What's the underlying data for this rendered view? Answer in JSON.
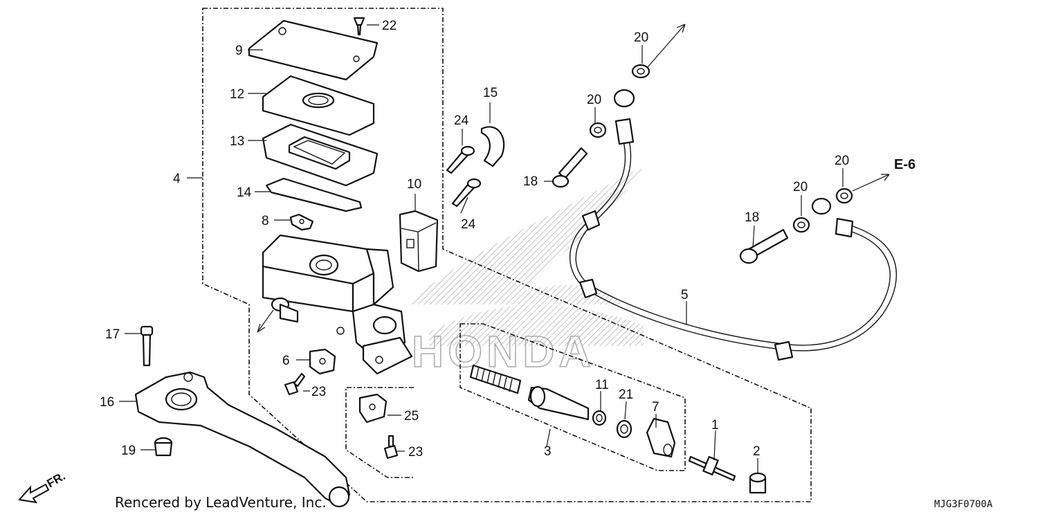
{
  "diagram": {
    "labels": {
      "p1": "1",
      "p2": "2",
      "p3": "3",
      "p4": "4",
      "p5": "5",
      "p6": "6",
      "p7": "7",
      "p8": "8",
      "p9": "9",
      "p10": "10",
      "p11": "11",
      "p12": "12",
      "p13": "13",
      "p14": "14",
      "p15": "15",
      "p16": "16",
      "p17": "17",
      "p18a": "18",
      "p18b": "18",
      "p19": "19",
      "p20a": "20",
      "p20b": "20",
      "p20c": "20",
      "p20d": "20",
      "p21": "21",
      "p22": "22",
      "p23a": "23",
      "p23b": "23",
      "p24a": "24",
      "p24b": "24",
      "p25": "25"
    },
    "reference": "E-6",
    "direction": "FR.",
    "watermark": "HONDA",
    "credit": "Rencered by LeadVenture, Inc.",
    "code": "MJG3F0700A"
  }
}
